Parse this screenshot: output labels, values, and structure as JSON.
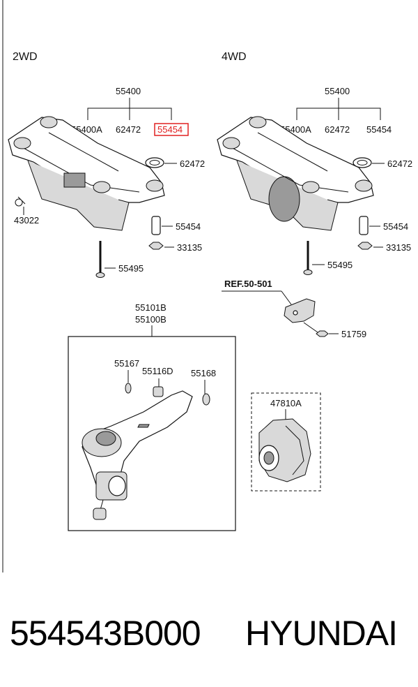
{
  "sections": {
    "left": "2WD",
    "right": "4WD"
  },
  "left_subframe": {
    "assembly": "55400",
    "children": [
      "55400A",
      "62472",
      "55454"
    ],
    "highlighted": "55454",
    "callouts": [
      "62472",
      "43022",
      "55454",
      "33135",
      "55495"
    ]
  },
  "right_subframe": {
    "assembly": "55400",
    "children": [
      "55400A",
      "62472",
      "55454"
    ],
    "callouts": [
      "62472",
      "55454",
      "33135",
      "55495"
    ]
  },
  "bracket": {
    "ref": "REF.50-501",
    "bolt": "51759"
  },
  "lower_arm": {
    "part_a": "55101B",
    "part_b": "55100B",
    "callouts": [
      "55167",
      "55116D",
      "55168"
    ]
  },
  "differential": {
    "part": "47810A"
  },
  "footer": {
    "part_number": "554543B000",
    "brand": "HYUNDAI"
  },
  "colors": {
    "highlight": "#e02020",
    "ink": "#111111"
  }
}
